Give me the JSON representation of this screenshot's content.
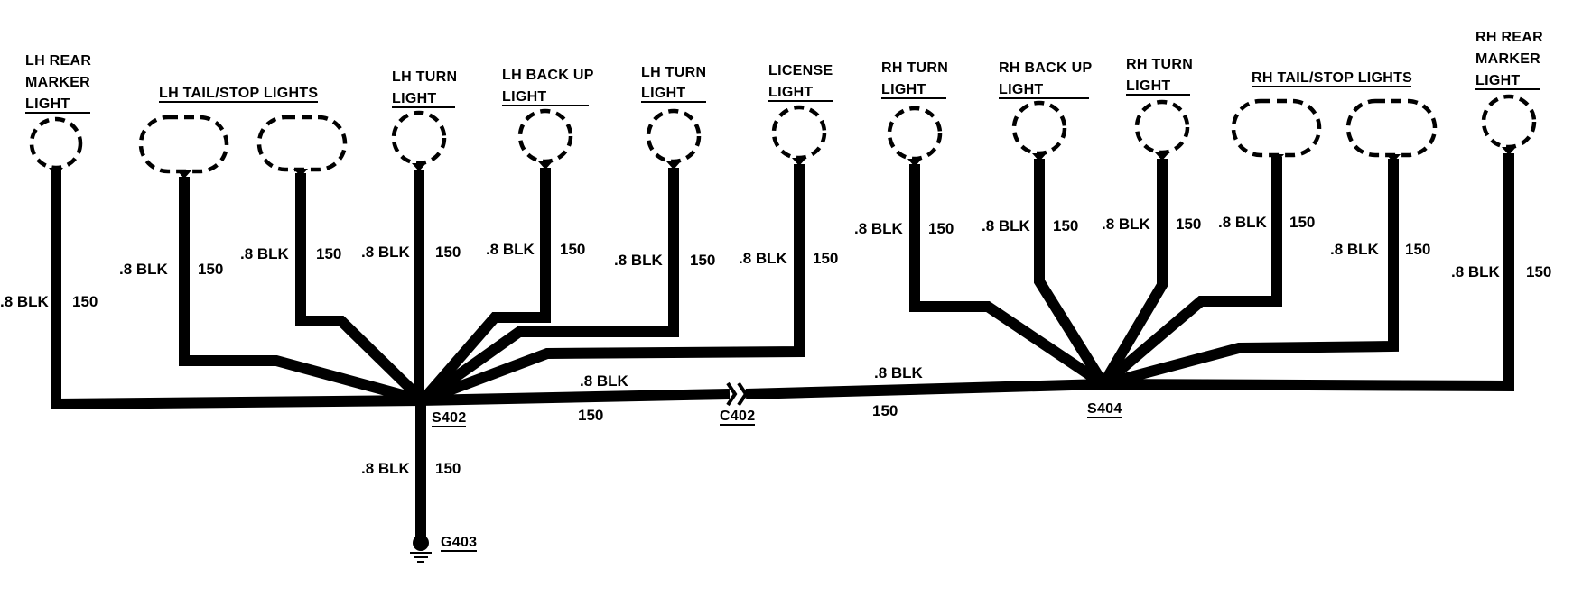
{
  "lamps": [
    {
      "id": "lh-rear-marker",
      "title_lines": [
        "LH REAR",
        "MARKER",
        "LIGHT"
      ]
    },
    {
      "id": "lh-tail-stop-1"
    },
    {
      "id": "lh-tail-stop-2"
    },
    {
      "id": "lh-turn-1",
      "title_lines": [
        "LH TURN",
        "LIGHT"
      ]
    },
    {
      "id": "lh-backup",
      "title_lines": [
        "LH BACK UP",
        "LIGHT"
      ]
    },
    {
      "id": "lh-turn-2",
      "title_lines": [
        "LH TURN",
        "LIGHT"
      ]
    },
    {
      "id": "license",
      "title_lines": [
        "LICENSE",
        "LIGHT"
      ]
    },
    {
      "id": "rh-turn-1",
      "title_lines": [
        "RH TURN",
        "LIGHT"
      ]
    },
    {
      "id": "rh-backup",
      "title_lines": [
        "RH BACK UP",
        "LIGHT"
      ]
    },
    {
      "id": "rh-turn-2",
      "title_lines": [
        "RH TURN",
        "LIGHT"
      ]
    },
    {
      "id": "rh-tail-stop-1"
    },
    {
      "id": "rh-tail-stop-2"
    },
    {
      "id": "rh-rear-marker",
      "title_lines": [
        "RH REAR",
        "MARKER",
        "LIGHT"
      ]
    }
  ],
  "group_titles": {
    "lh_tail_stop": "LH TAIL/STOP LIGHTS",
    "rh_tail_stop": "RH TAIL/STOP LIGHTS"
  },
  "wire": {
    "gauge_color": ".8 BLK",
    "circuit": "150"
  },
  "splices": {
    "left": "S402",
    "right": "S404"
  },
  "connector": "C402",
  "ground": "G403",
  "colors": {
    "wire": "#000000",
    "background": "#ffffff"
  }
}
